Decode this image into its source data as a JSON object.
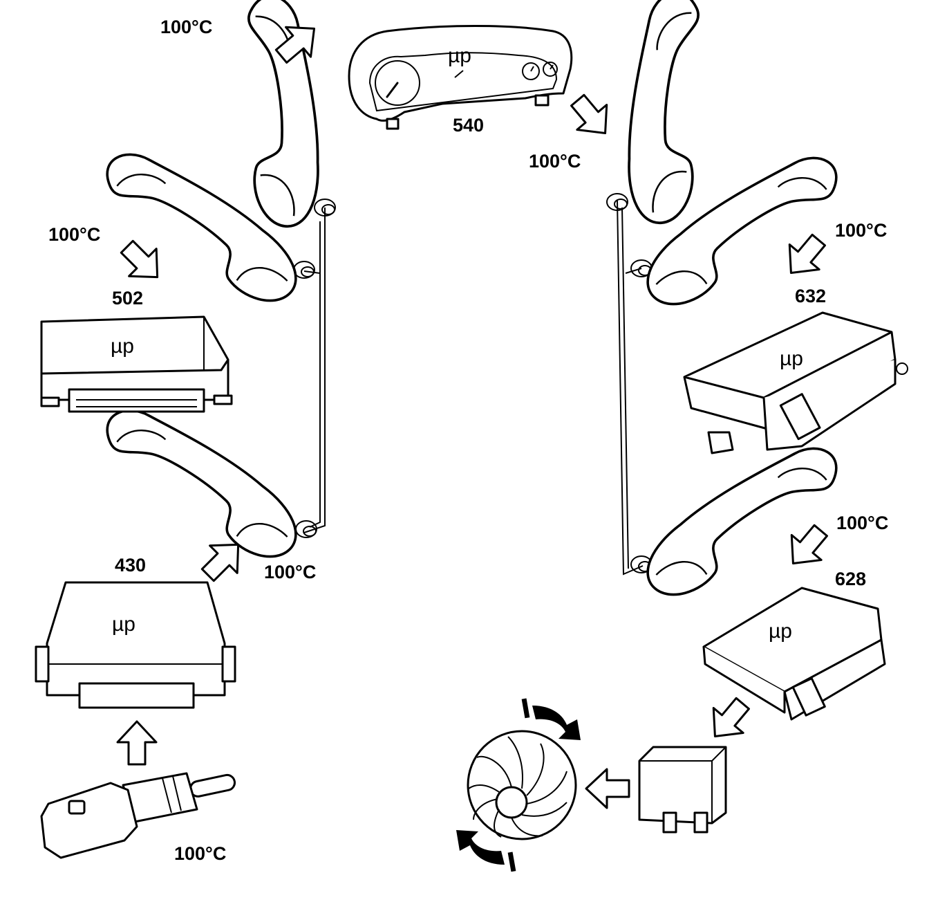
{
  "temperature_label": "100°C",
  "micro_label": "µp",
  "modules": {
    "ecu_430": "430",
    "ecu_502": "502",
    "cluster_540": "540",
    "ecu_632": "632",
    "ecu_628": "628"
  },
  "icons": [
    "temperature-sensor-icon",
    "telephone-handset-icon",
    "control-module-icon",
    "instrument-cluster-icon",
    "relay-icon",
    "cooling-fan-icon",
    "flow-arrow-icon",
    "rotation-arrow-icon"
  ]
}
